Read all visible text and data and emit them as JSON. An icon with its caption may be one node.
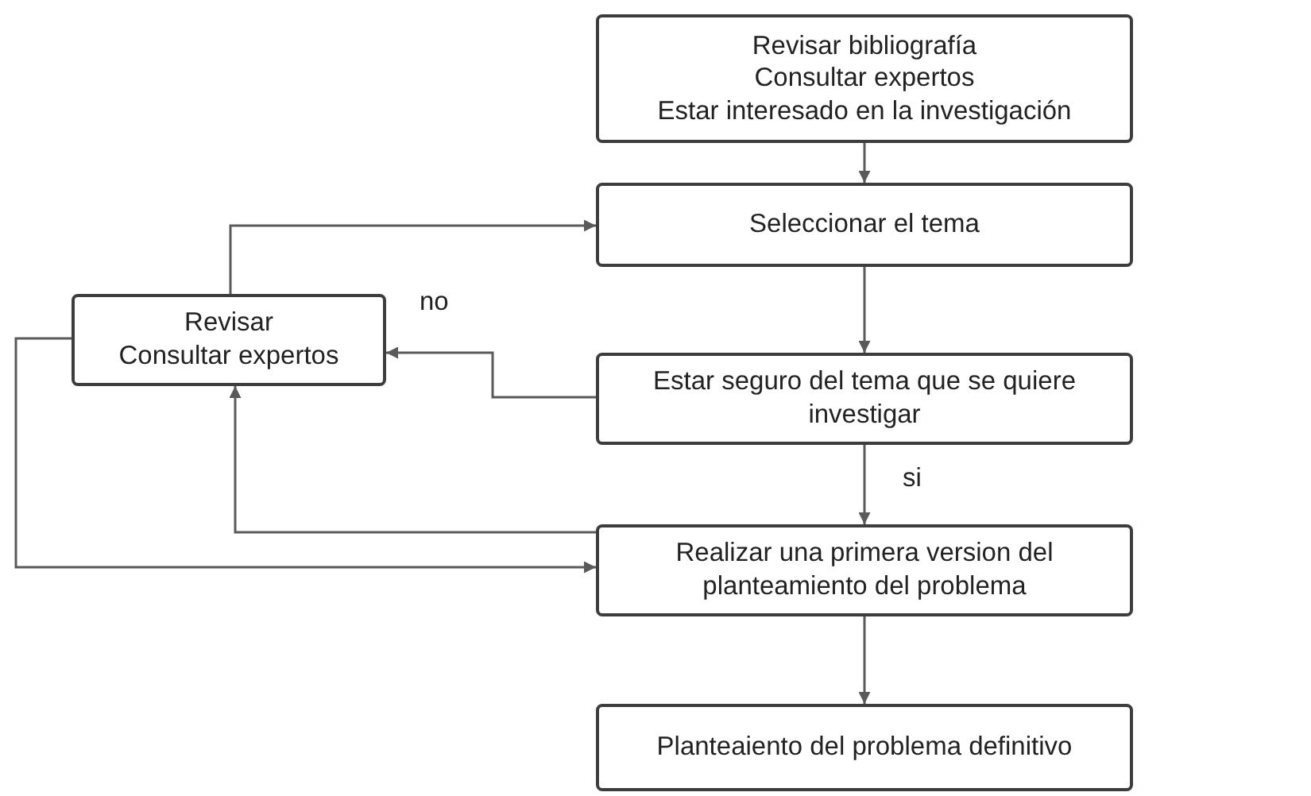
{
  "diagram": {
    "nodes": [
      {
        "text": [
          "Revisar bibliografía",
          "Consultar expertos",
          "Estar interesado en la investigación"
        ]
      },
      {
        "text": [
          "Seleccionar el tema"
        ]
      },
      {
        "text": [
          "Revisar",
          "Consultar expertos"
        ]
      },
      {
        "text": [
          "Estar seguro del tema que se quiere investigar"
        ]
      },
      {
        "text": [
          "Realizar una primera version del planteamiento del problema"
        ]
      },
      {
        "text": [
          "Planteaiento del problema definitivo"
        ]
      }
    ],
    "edges": [
      {
        "from": 0,
        "to": 1,
        "arrow": "to"
      },
      {
        "from": 1,
        "to": 3,
        "arrow": "to"
      },
      {
        "from": 3,
        "to": 2,
        "arrow": "to",
        "label": "no"
      },
      {
        "from": 3,
        "to": 4,
        "arrow": "to",
        "label": "si"
      },
      {
        "from": 4,
        "to": 5,
        "arrow": "to"
      },
      {
        "from": 2,
        "to": 1,
        "arrow": "to"
      },
      {
        "from": 4,
        "to": 2,
        "arrow": "to"
      },
      {
        "from": 2,
        "to": 4,
        "arrow": "to"
      }
    ]
  }
}
